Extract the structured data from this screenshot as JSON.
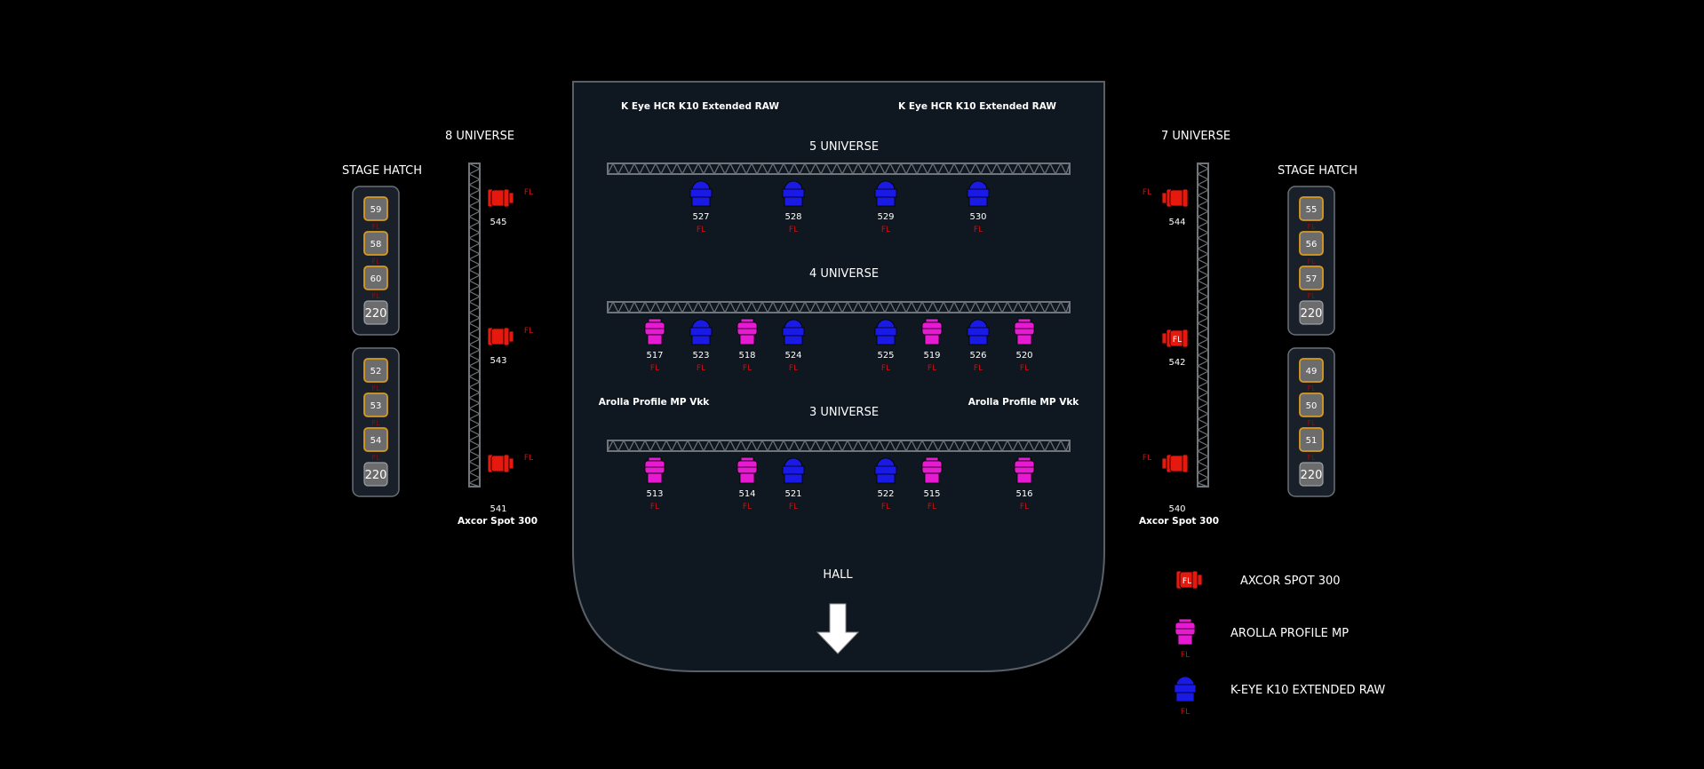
{
  "stage": {
    "kinds": {
      "kEye": {
        "text": "K Eye HCR K10 Extended RAW"
      },
      "arolla": {
        "text": "Arolla Profile MP Vkk"
      },
      "axcor": {
        "text": "Axcor Spot 300"
      }
    },
    "universes": {
      "u5": {
        "text": "5 UNIVERSE"
      },
      "u4": {
        "text": "4 UNIVERSE"
      },
      "u3": {
        "text": "3 UNIVERSE"
      },
      "u8": {
        "text": "8 UNIVERSE"
      },
      "u7": {
        "text": "7 UNIVERSE"
      }
    },
    "hall": {
      "text": "HALL"
    },
    "hatches": {
      "left": {
        "text": "STAGE HATCH"
      },
      "right": {
        "text": "STAGE HATCH"
      }
    },
    "fl_text": "FL",
    "colors": {
      "background": "#000000",
      "stage_fill": "#0f1720",
      "stage_outline": "#5a6068",
      "truss": "#70757c",
      "kEye": "#1a1ae6",
      "arolla": "#e61ad0",
      "axcor": "#e6190f",
      "hatch_frame": "#d99a1f",
      "hatch_box": "#6c6c6c",
      "fl_label": "#cc1010"
    }
  },
  "row5": [
    {
      "num": "527",
      "kind": "kEye",
      "fl": true
    },
    {
      "num": "528",
      "kind": "kEye",
      "fl": true
    },
    {
      "num": "529",
      "kind": "kEye",
      "fl": true
    },
    {
      "num": "530",
      "kind": "kEye",
      "fl": true
    }
  ],
  "row4": [
    {
      "num": "517",
      "kind": "arolla",
      "fl": true
    },
    {
      "num": "523",
      "kind": "kEye",
      "fl": true
    },
    {
      "num": "518",
      "kind": "arolla",
      "fl": true
    },
    {
      "num": "524",
      "kind": "kEye",
      "fl": true
    },
    {
      "num": "525",
      "kind": "kEye",
      "fl": true
    },
    {
      "num": "519",
      "kind": "arolla",
      "fl": true
    },
    {
      "num": "526",
      "kind": "kEye",
      "fl": true
    },
    {
      "num": "520",
      "kind": "arolla",
      "fl": true
    }
  ],
  "row3": [
    {
      "num": "513",
      "kind": "arolla",
      "fl": true
    },
    {
      "num": "514",
      "kind": "arolla",
      "fl": true
    },
    {
      "num": "521",
      "kind": "kEye",
      "fl": true
    },
    {
      "num": "522",
      "kind": "kEye",
      "fl": true
    },
    {
      "num": "515",
      "kind": "arolla",
      "fl": true
    },
    {
      "num": "516",
      "kind": "arolla",
      "fl": true
    }
  ],
  "left_fixtures": [
    {
      "num": "545",
      "fl": true
    },
    {
      "num": "543",
      "fl": true
    },
    {
      "num": "541",
      "fl": true
    }
  ],
  "right_fixtures": [
    {
      "num": "544",
      "fl": true
    },
    {
      "num": "542",
      "fl": true
    },
    {
      "num": "540",
      "fl": true
    }
  ],
  "left_hatches": [
    [
      "59",
      "58",
      "60",
      "220"
    ],
    [
      "52",
      "53",
      "54",
      "220"
    ]
  ],
  "right_hatches": [
    [
      "55",
      "56",
      "57",
      "220"
    ],
    [
      "49",
      "50",
      "51",
      "220"
    ]
  ],
  "legend": [
    {
      "kind": "axcor",
      "label": "AXCOR SPOT 300",
      "fl": true
    },
    {
      "kind": "arolla",
      "label": "AROLLA PROFILE MP",
      "fl": true
    },
    {
      "kind": "kEye",
      "label": "K-EYE K10 EXTENDED RAW",
      "fl": true
    }
  ]
}
